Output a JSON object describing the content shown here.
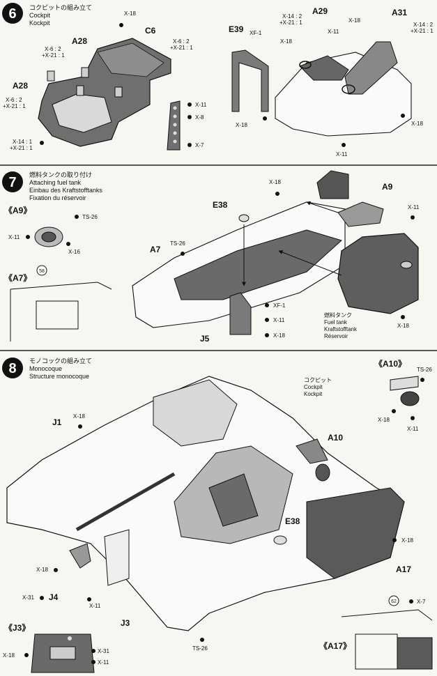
{
  "steps": [
    {
      "number": "6",
      "titles": [
        "コクピットの組み立て",
        "Cockpit",
        "Kockpit"
      ]
    },
    {
      "number": "7",
      "titles": [
        "燃料タンクの取り付け",
        "Attaching fuel tank",
        "Einbau des Kraftstofftanks",
        "Fixation du réservoir"
      ]
    },
    {
      "number": "8",
      "titles": [
        "モノコックの組み立て",
        "Monocoque",
        "Structure monocoque"
      ]
    }
  ],
  "step6": {
    "parts": {
      "A28a": "A28",
      "A28b": "A28",
      "C6": "C6",
      "E39": "E39",
      "XF1": "XF-1",
      "A29": "A29",
      "A31": "A31"
    },
    "screws": {
      "x18_top": "X-18",
      "x6_left": "X-6 : 2",
      "x21_left": "+X-21 : 1",
      "x6_left2": "X-6 : 2",
      "x21_left2": "+X-21 : 1",
      "x6_right": "X-6 : 2",
      "x21_right": "+X-21 : 1",
      "x14_left": "X-14 : 1",
      "x21_left3": "+X-21 : 1",
      "x11_tree": "X-11",
      "x8_tree": "X-8",
      "x7_tree": "X-7",
      "x14_r": "X-14 : 2",
      "x21_r": "+X-21 : 1",
      "x11_a29": "X-11",
      "x18_a29": "X-18",
      "x18_left_r": "X-18",
      "x18_e39": "X-18",
      "x14_r2": "X-14 : 2",
      "x21_r2": "+X-21 : 1",
      "x18_rb": "X-18",
      "x11_bottom": "X-11"
    }
  },
  "step7": {
    "parts": {
      "A9": "A9",
      "E38": "E38",
      "A7": "A7",
      "J5": "J5",
      "XF1": "XF-1"
    },
    "detail_labels": {
      "a9": "《A9》",
      "a7": "《A7》"
    },
    "paints": {
      "ts26_a9": "TS-26",
      "ts26_main": "TS-26"
    },
    "screws": {
      "x18_top": "X-18",
      "x11_right": "X-11",
      "x11_a9": "X-11",
      "x16_a9": "X-16",
      "x11_j5": "X-11",
      "x18_j5": "X-18",
      "x18_tank": "X-18"
    },
    "callout_num": "58",
    "tank_labels": [
      "燃料タンク",
      "Fuel tank",
      "Kraftstofftank",
      "Réservoir"
    ]
  },
  "step8": {
    "parts": {
      "J1": "J1",
      "A10": "A10",
      "E38": "E38",
      "J4": "J4",
      "J3": "J3",
      "A17": "A17"
    },
    "detail_labels": {
      "a10": "《A10》",
      "j3": "《J3》",
      "a17": "《A17》"
    },
    "cockpit_labels": [
      "コクピット",
      "Cockpit",
      "Kockpit"
    ],
    "paints": {
      "ts26_a10": "TS-26",
      "ts26_main": "TS-26"
    },
    "screws": {
      "x18_j1": "X-18",
      "x18_a10": "X-18",
      "x11_a10": "X-11",
      "x18_a17": "X-18",
      "x18_j4": "X-18",
      "x31_j4": "X-31",
      "x11_j4": "X-11",
      "x18_j3": "X-18",
      "x31_j3": "X-31",
      "x11_j3": "X-11",
      "x7_a17": "X-7"
    },
    "callout_num": "62"
  }
}
